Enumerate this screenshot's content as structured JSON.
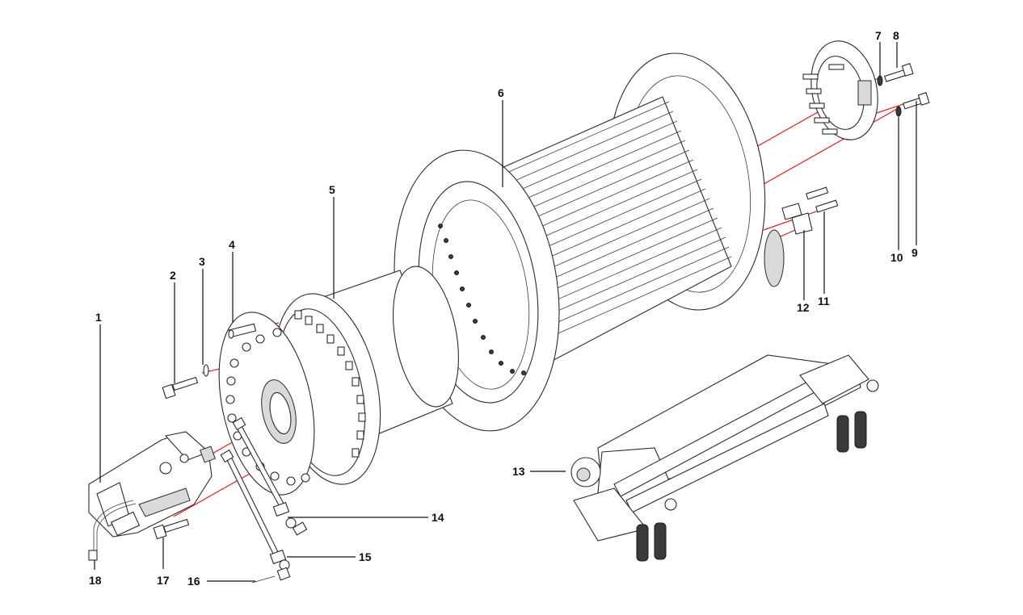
{
  "callouts": [
    {
      "id": "1",
      "label": "1"
    },
    {
      "id": "2",
      "label": "2"
    },
    {
      "id": "3",
      "label": "3"
    },
    {
      "id": "4",
      "label": "4"
    },
    {
      "id": "5",
      "label": "5"
    },
    {
      "id": "6",
      "label": "6"
    },
    {
      "id": "7",
      "label": "7"
    },
    {
      "id": "8",
      "label": "8"
    },
    {
      "id": "9",
      "label": "9"
    },
    {
      "id": "10",
      "label": "10"
    },
    {
      "id": "11",
      "label": "11"
    },
    {
      "id": "12",
      "label": "12"
    },
    {
      "id": "13",
      "label": "13"
    },
    {
      "id": "14",
      "label": "14"
    },
    {
      "id": "15",
      "label": "15"
    },
    {
      "id": "16",
      "label": "16"
    },
    {
      "id": "17",
      "label": "17"
    },
    {
      "id": "18",
      "label": "18"
    }
  ],
  "colors": {
    "line": "#2a2a2a",
    "axis": "#e02020",
    "background": "#ffffff"
  }
}
